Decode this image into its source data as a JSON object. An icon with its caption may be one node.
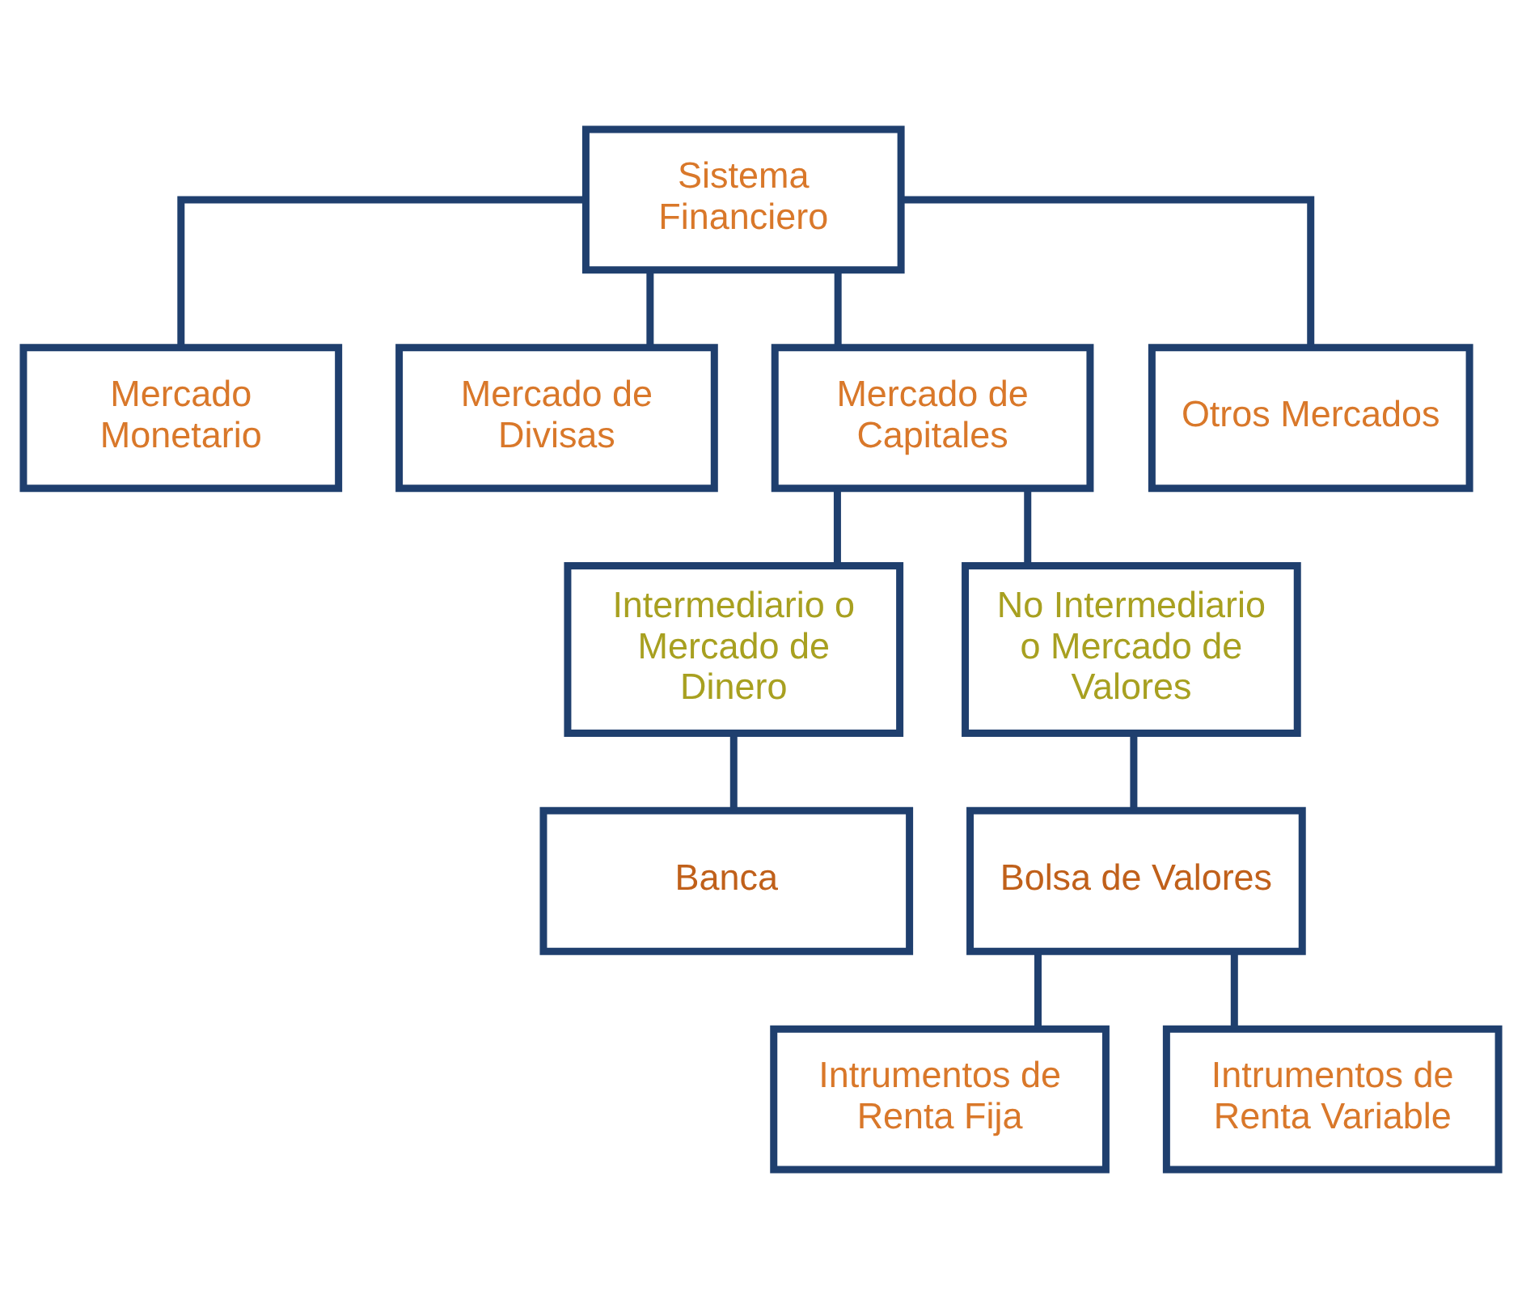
{
  "diagram": {
    "nodes": [
      {
        "text": [
          "Sistema Financiero"
        ]
      },
      {
        "text": [
          "Mercado Monetario"
        ]
      },
      {
        "text": [
          "Mercado de Divisas"
        ]
      },
      {
        "text": [
          "Mercado de Capitales"
        ]
      },
      {
        "text": [
          "Otros Mercados"
        ]
      },
      {
        "text": [
          "Intermediario o Mercado de Dinero"
        ]
      },
      {
        "text": [
          "No Intermediario o Mercado de Valores"
        ]
      },
      {
        "text": [
          "Banca"
        ]
      },
      {
        "text": [
          "Bolsa de Valores"
        ]
      },
      {
        "text": [
          "Intrumentos de Renta Fija"
        ]
      },
      {
        "text": [
          "Intrumentos de Renta Variable"
        ]
      }
    ],
    "edges": [
      {
        "from": 0,
        "to": 1,
        "arrow": "none"
      },
      {
        "from": 0,
        "to": 2,
        "arrow": "none"
      },
      {
        "from": 0,
        "to": 3,
        "arrow": "none"
      },
      {
        "from": 0,
        "to": 4,
        "arrow": "none"
      },
      {
        "from": 3,
        "to": 5,
        "arrow": "none"
      },
      {
        "from": 3,
        "to": 6,
        "arrow": "none"
      },
      {
        "from": 5,
        "to": 7,
        "arrow": "none"
      },
      {
        "from": 6,
        "to": 8,
        "arrow": "none"
      },
      {
        "from": 8,
        "to": 9,
        "arrow": "none"
      },
      {
        "from": 8,
        "to": 10,
        "arrow": "none"
      }
    ]
  }
}
